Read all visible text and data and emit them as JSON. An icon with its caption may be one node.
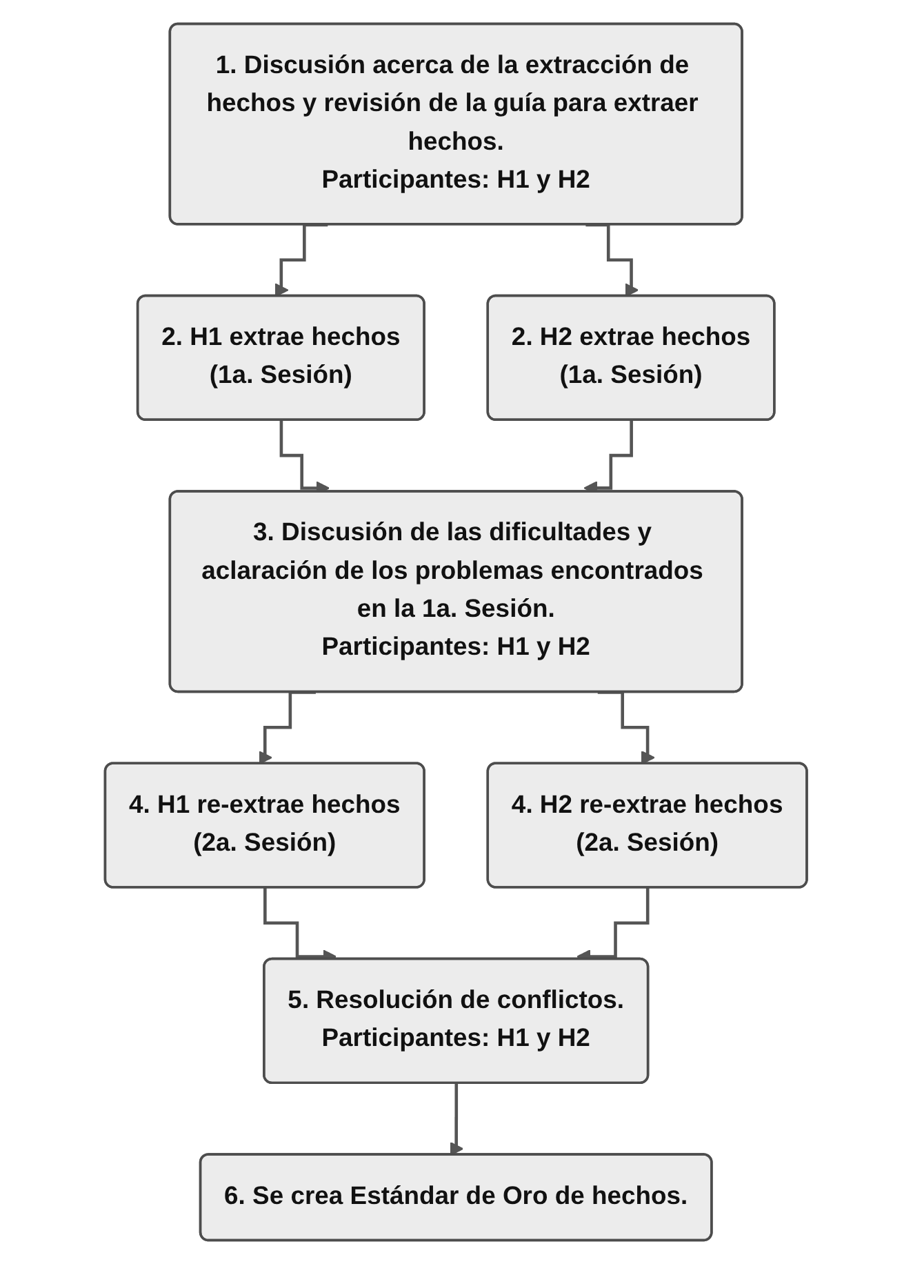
{
  "diagram": {
    "nodes": [
      {
        "text": [
          "1. Discusión acerca de la extracción de hechos y revisión de la guía para extraer hechos.",
          "Participantes: H1 y H2"
        ]
      },
      {
        "text": [
          "2. H1 extrae hechos",
          "(1a. Sesión)"
        ]
      },
      {
        "text": [
          "2. H2 extrae hechos",
          "(1a. Sesión)"
        ]
      },
      {
        "text": [
          "3. Discusión de las dificultades y aclaración de los problemas encontrados en la 1a. Sesión.",
          "Participantes: H1 y H2"
        ]
      },
      {
        "text": [
          "4. H1 re-extrae hechos",
          "(2a. Sesión)"
        ]
      },
      {
        "text": [
          "4. H2 re-extrae hechos",
          "(2a. Sesión)"
        ]
      },
      {
        "text": [
          "5. Resolución de conflictos.",
          "Participantes: H1 y H2"
        ]
      },
      {
        "text": [
          "6. Se crea Estándar de Oro de hechos."
        ]
      }
    ],
    "edges": [
      {
        "from": 0,
        "to": 1,
        "arrow": "to"
      },
      {
        "from": 0,
        "to": 2,
        "arrow": "to"
      },
      {
        "from": 1,
        "to": 3,
        "arrow": "to"
      },
      {
        "from": 2,
        "to": 3,
        "arrow": "to"
      },
      {
        "from": 3,
        "to": 4,
        "arrow": "to"
      },
      {
        "from": 3,
        "to": 5,
        "arrow": "to"
      },
      {
        "from": 4,
        "to": 6,
        "arrow": "to"
      },
      {
        "from": 5,
        "to": 6,
        "arrow": "to"
      },
      {
        "from": 6,
        "to": 7,
        "arrow": "to"
      }
    ]
  }
}
